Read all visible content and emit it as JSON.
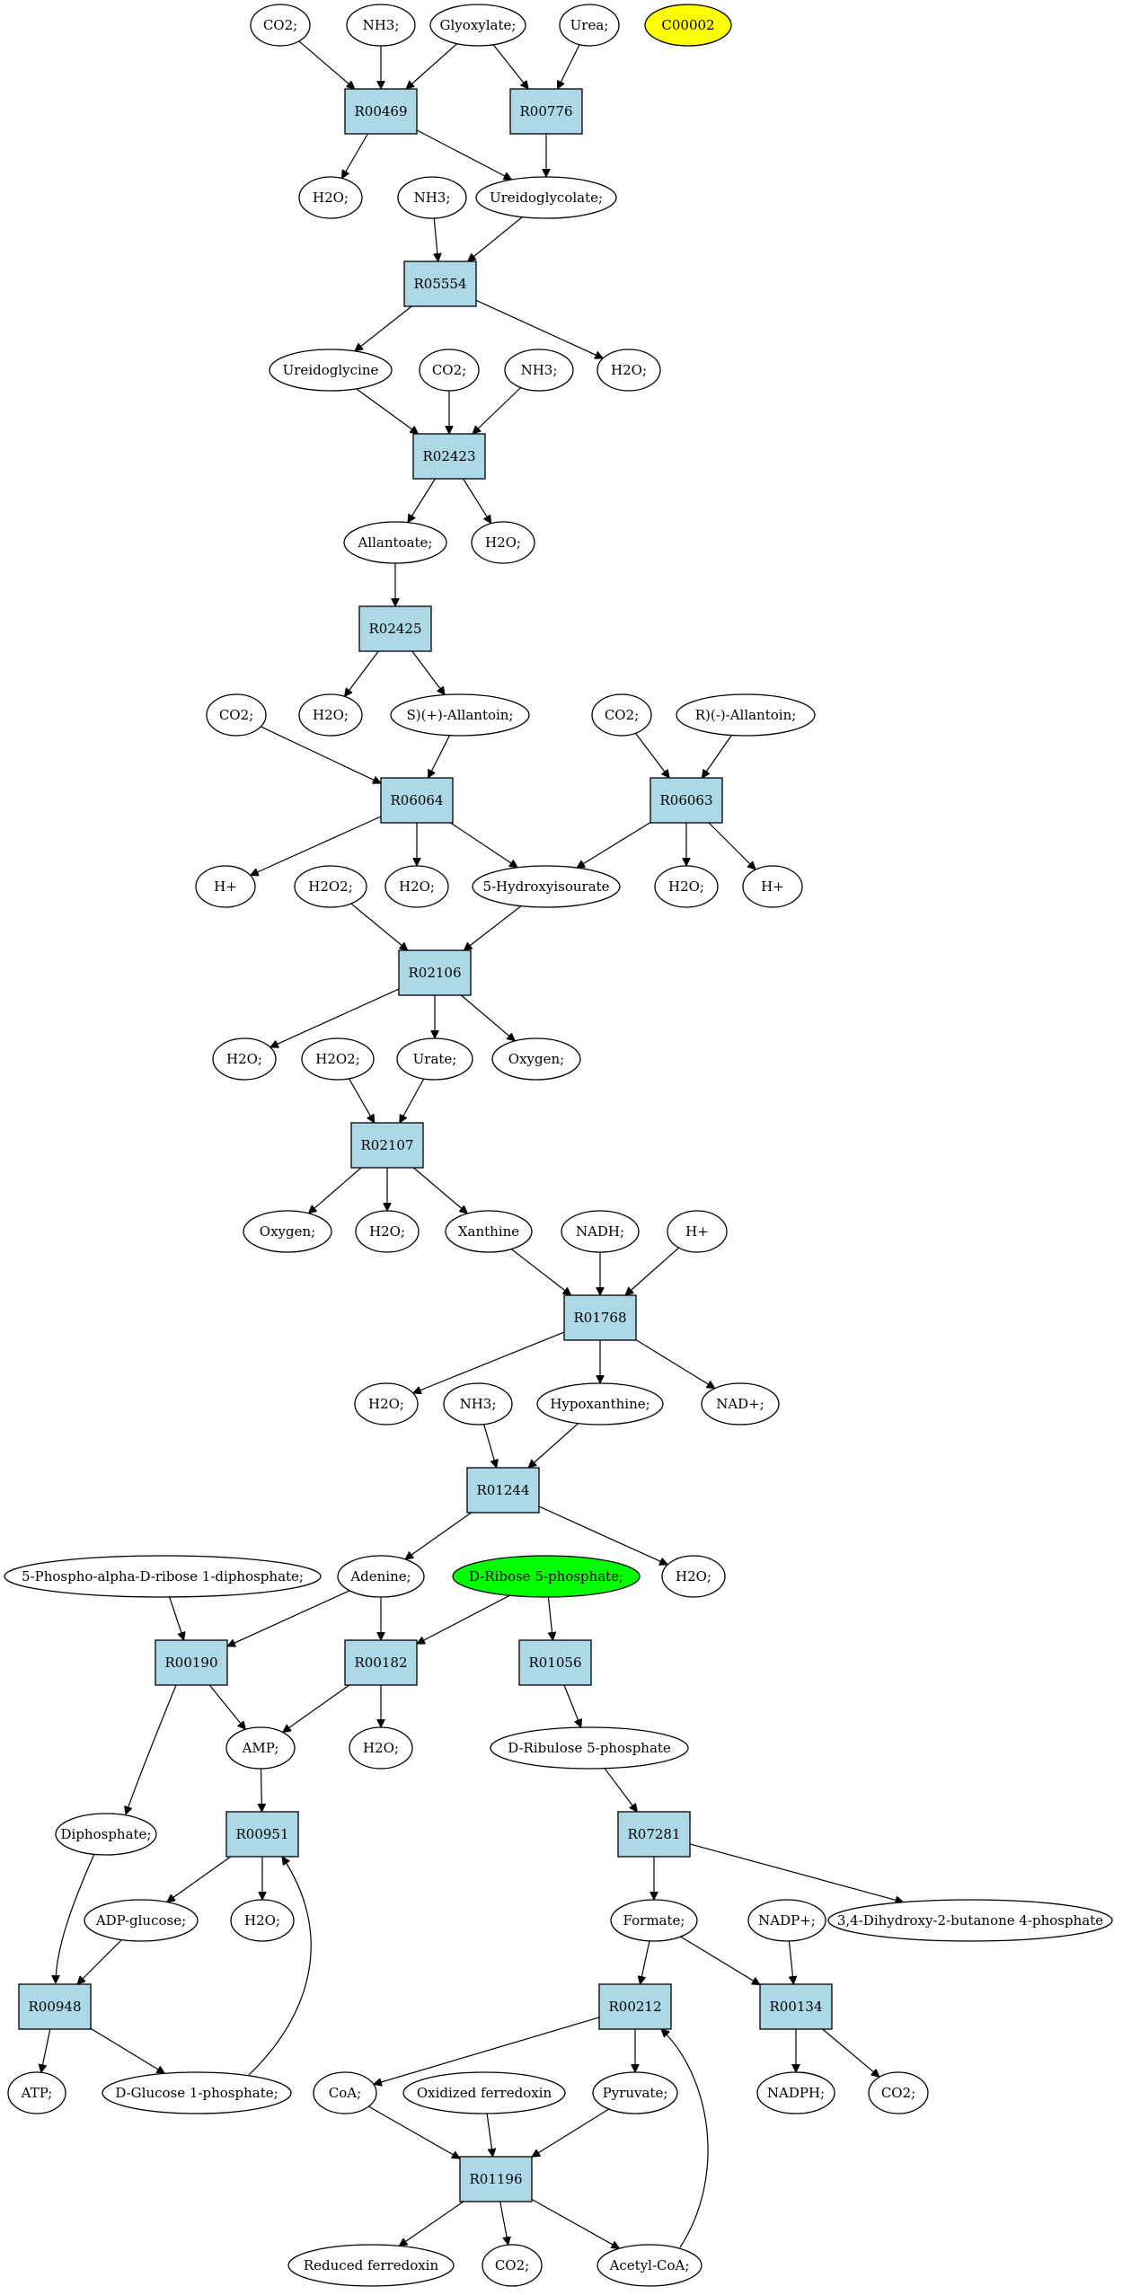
{
  "colors": {
    "reaction_fill": "#add8e6",
    "compound_fill": "#ffffff",
    "highlight_start": "#ffff00",
    "highlight_target": "#00ff00",
    "stroke": "#000000"
  },
  "nodes": [
    {
      "id": "c_co2_1",
      "label": "CO2;",
      "kind": "compound"
    },
    {
      "id": "c_nh3_1",
      "label": "NH3;",
      "kind": "compound"
    },
    {
      "id": "c_glyox",
      "label": "Glyoxylate;",
      "kind": "compound"
    },
    {
      "id": "c_urea",
      "label": "Urea;",
      "kind": "compound"
    },
    {
      "id": "c_c00002",
      "label": "C00002",
      "kind": "compound",
      "highlight": "start"
    },
    {
      "id": "r_R00469",
      "label": "R00469",
      "kind": "reaction"
    },
    {
      "id": "r_R00776",
      "label": "R00776",
      "kind": "reaction"
    },
    {
      "id": "c_h2o_1",
      "label": "H2O;",
      "kind": "compound"
    },
    {
      "id": "c_nh3_2",
      "label": "NH3;",
      "kind": "compound"
    },
    {
      "id": "c_ureidoglycolate",
      "label": "Ureidoglycolate;",
      "kind": "compound"
    },
    {
      "id": "r_R05554",
      "label": "R05554",
      "kind": "reaction"
    },
    {
      "id": "c_ureidoglycine",
      "label": "Ureidoglycine",
      "kind": "compound"
    },
    {
      "id": "c_co2_2",
      "label": "CO2;",
      "kind": "compound"
    },
    {
      "id": "c_nh3_3",
      "label": "NH3;",
      "kind": "compound"
    },
    {
      "id": "c_h2o_2",
      "label": "H2O;",
      "kind": "compound"
    },
    {
      "id": "r_R02423",
      "label": "R02423",
      "kind": "reaction"
    },
    {
      "id": "c_allantoate",
      "label": "Allantoate;",
      "kind": "compound"
    },
    {
      "id": "c_h2o_3",
      "label": "H2O;",
      "kind": "compound"
    },
    {
      "id": "r_R02425",
      "label": "R02425",
      "kind": "reaction"
    },
    {
      "id": "c_co2_3",
      "label": "CO2;",
      "kind": "compound"
    },
    {
      "id": "c_h2o_4",
      "label": "H2O;",
      "kind": "compound"
    },
    {
      "id": "c_s_allantoin",
      "label": "S)(+)-Allantoin;",
      "kind": "compound"
    },
    {
      "id": "c_co2_4",
      "label": "CO2;",
      "kind": "compound"
    },
    {
      "id": "c_r_allantoin",
      "label": "R)(-)-Allantoin;",
      "kind": "compound"
    },
    {
      "id": "r_R06064",
      "label": "R06064",
      "kind": "reaction"
    },
    {
      "id": "r_R06063",
      "label": "R06063",
      "kind": "reaction"
    },
    {
      "id": "c_hplus_1",
      "label": "H+",
      "kind": "compound"
    },
    {
      "id": "c_h2o2_1",
      "label": "H2O2;",
      "kind": "compound"
    },
    {
      "id": "c_h2o_5",
      "label": "H2O;",
      "kind": "compound"
    },
    {
      "id": "c_5hiu",
      "label": "5-Hydroxyisourate",
      "kind": "compound"
    },
    {
      "id": "c_h2o_6",
      "label": "H2O;",
      "kind": "compound"
    },
    {
      "id": "c_hplus_2",
      "label": "H+",
      "kind": "compound"
    },
    {
      "id": "r_R02106",
      "label": "R02106",
      "kind": "reaction"
    },
    {
      "id": "c_h2o_7",
      "label": "H2O;",
      "kind": "compound"
    },
    {
      "id": "c_h2o2_2",
      "label": "H2O2;",
      "kind": "compound"
    },
    {
      "id": "c_urate",
      "label": "Urate;",
      "kind": "compound"
    },
    {
      "id": "c_oxygen_1",
      "label": "Oxygen;",
      "kind": "compound"
    },
    {
      "id": "r_R02107",
      "label": "R02107",
      "kind": "reaction"
    },
    {
      "id": "c_oxygen_2",
      "label": "Oxygen;",
      "kind": "compound"
    },
    {
      "id": "c_h2o_8",
      "label": "H2O;",
      "kind": "compound"
    },
    {
      "id": "c_xanthine",
      "label": "Xanthine",
      "kind": "compound"
    },
    {
      "id": "c_nadh",
      "label": "NADH;",
      "kind": "compound"
    },
    {
      "id": "c_hplus_3",
      "label": "H+",
      "kind": "compound"
    },
    {
      "id": "r_R01768",
      "label": "R01768",
      "kind": "reaction"
    },
    {
      "id": "c_h2o_9",
      "label": "H2O;",
      "kind": "compound"
    },
    {
      "id": "c_nh3_4",
      "label": "NH3;",
      "kind": "compound"
    },
    {
      "id": "c_hypoxanthine",
      "label": "Hypoxanthine;",
      "kind": "compound"
    },
    {
      "id": "c_nadplus",
      "label": "NAD+;",
      "kind": "compound"
    },
    {
      "id": "r_R01244",
      "label": "R01244",
      "kind": "reaction"
    },
    {
      "id": "c_prpp",
      "label": "5-Phospho-alpha-D-ribose 1-diphosphate;",
      "kind": "compound"
    },
    {
      "id": "c_adenine",
      "label": "Adenine;",
      "kind": "compound"
    },
    {
      "id": "c_r5p",
      "label": "D-Ribose 5-phosphate;",
      "kind": "compound",
      "highlight": "target"
    },
    {
      "id": "c_h2o_10",
      "label": "H2O;",
      "kind": "compound"
    },
    {
      "id": "r_R00190",
      "label": "R00190",
      "kind": "reaction"
    },
    {
      "id": "r_R00182",
      "label": "R00182",
      "kind": "reaction"
    },
    {
      "id": "r_R01056",
      "label": "R01056",
      "kind": "reaction"
    },
    {
      "id": "c_amp",
      "label": "AMP;",
      "kind": "compound"
    },
    {
      "id": "c_h2o_11",
      "label": "H2O;",
      "kind": "compound"
    },
    {
      "id": "c_ru5p",
      "label": "D-Ribulose 5-phosphate",
      "kind": "compound"
    },
    {
      "id": "c_diphosphate",
      "label": "Diphosphate;",
      "kind": "compound"
    },
    {
      "id": "r_R00951",
      "label": "R00951",
      "kind": "reaction"
    },
    {
      "id": "r_R07281",
      "label": "R07281",
      "kind": "reaction"
    },
    {
      "id": "c_adpglucose",
      "label": "ADP-glucose;",
      "kind": "compound"
    },
    {
      "id": "c_h2o_12",
      "label": "H2O;",
      "kind": "compound"
    },
    {
      "id": "c_formate",
      "label": "Formate;",
      "kind": "compound"
    },
    {
      "id": "c_nadpplus",
      "label": "NADP+;",
      "kind": "compound"
    },
    {
      "id": "c_dhbp",
      "label": "3,4-Dihydroxy-2-butanone 4-phosphate",
      "kind": "compound"
    },
    {
      "id": "r_R00948",
      "label": "R00948",
      "kind": "reaction"
    },
    {
      "id": "r_R00212",
      "label": "R00212",
      "kind": "reaction"
    },
    {
      "id": "r_R00134",
      "label": "R00134",
      "kind": "reaction"
    },
    {
      "id": "c_atp",
      "label": "ATP;",
      "kind": "compound"
    },
    {
      "id": "c_g1p",
      "label": "D-Glucose 1-phosphate;",
      "kind": "compound"
    },
    {
      "id": "c_coa",
      "label": "CoA;",
      "kind": "compound"
    },
    {
      "id": "c_oxfd",
      "label": "Oxidized ferredoxin",
      "kind": "compound"
    },
    {
      "id": "c_pyruvate",
      "label": "Pyruvate;",
      "kind": "compound"
    },
    {
      "id": "c_nadph",
      "label": "NADPH;",
      "kind": "compound"
    },
    {
      "id": "c_co2_5",
      "label": "CO2;",
      "kind": "compound"
    },
    {
      "id": "r_R01196",
      "label": "R01196",
      "kind": "reaction"
    },
    {
      "id": "c_redfd",
      "label": "Reduced ferredoxin",
      "kind": "compound"
    },
    {
      "id": "c_co2_6",
      "label": "CO2;",
      "kind": "compound"
    },
    {
      "id": "c_acetylcoa",
      "label": "Acetyl-CoA;",
      "kind": "compound"
    }
  ],
  "edges": [
    [
      "c_co2_1",
      "r_R00469"
    ],
    [
      "c_nh3_1",
      "r_R00469"
    ],
    [
      "c_glyox",
      "r_R00469"
    ],
    [
      "c_glyox",
      "r_R00776"
    ],
    [
      "c_urea",
      "r_R00776"
    ],
    [
      "r_R00469",
      "c_h2o_1"
    ],
    [
      "r_R00469",
      "c_ureidoglycolate"
    ],
    [
      "r_R00776",
      "c_ureidoglycolate"
    ],
    [
      "c_nh3_2",
      "r_R05554"
    ],
    [
      "c_ureidoglycolate",
      "r_R05554"
    ],
    [
      "r_R05554",
      "c_ureidoglycine"
    ],
    [
      "r_R05554",
      "c_h2o_2"
    ],
    [
      "c_ureidoglycine",
      "r_R02423"
    ],
    [
      "c_co2_2",
      "r_R02423"
    ],
    [
      "c_nh3_3",
      "r_R02423"
    ],
    [
      "r_R02423",
      "c_allantoate"
    ],
    [
      "r_R02423",
      "c_h2o_3"
    ],
    [
      "c_allantoate",
      "r_R02425"
    ],
    [
      "r_R02425",
      "c_h2o_4"
    ],
    [
      "r_R02425",
      "c_s_allantoin"
    ],
    [
      "c_co2_3",
      "r_R06064"
    ],
    [
      "c_s_allantoin",
      "r_R06064"
    ],
    [
      "c_co2_4",
      "r_R06063"
    ],
    [
      "c_r_allantoin",
      "r_R06063"
    ],
    [
      "r_R06064",
      "c_hplus_1"
    ],
    [
      "r_R06064",
      "c_h2o_5"
    ],
    [
      "r_R06064",
      "c_5hiu"
    ],
    [
      "r_R06063",
      "c_5hiu"
    ],
    [
      "r_R06063",
      "c_h2o_6"
    ],
    [
      "r_R06063",
      "c_hplus_2"
    ],
    [
      "c_h2o2_1",
      "r_R02106"
    ],
    [
      "c_5hiu",
      "r_R02106"
    ],
    [
      "r_R02106",
      "c_h2o_7"
    ],
    [
      "r_R02106",
      "c_urate"
    ],
    [
      "r_R02106",
      "c_oxygen_1"
    ],
    [
      "c_h2o2_2",
      "r_R02107"
    ],
    [
      "c_urate",
      "r_R02107"
    ],
    [
      "r_R02107",
      "c_oxygen_2"
    ],
    [
      "r_R02107",
      "c_h2o_8"
    ],
    [
      "r_R02107",
      "c_xanthine"
    ],
    [
      "c_xanthine",
      "r_R01768"
    ],
    [
      "c_nadh",
      "r_R01768"
    ],
    [
      "c_hplus_3",
      "r_R01768"
    ],
    [
      "r_R01768",
      "c_h2o_9"
    ],
    [
      "r_R01768",
      "c_hypoxanthine"
    ],
    [
      "r_R01768",
      "c_nadplus"
    ],
    [
      "c_nh3_4",
      "r_R01244"
    ],
    [
      "c_hypoxanthine",
      "r_R01244"
    ],
    [
      "r_R01244",
      "c_adenine"
    ],
    [
      "r_R01244",
      "c_h2o_10"
    ],
    [
      "c_prpp",
      "r_R00190"
    ],
    [
      "c_adenine",
      "r_R00190"
    ],
    [
      "c_adenine",
      "r_R00182"
    ],
    [
      "c_r5p",
      "r_R00182"
    ],
    [
      "c_r5p",
      "r_R01056"
    ],
    [
      "r_R00190",
      "c_amp"
    ],
    [
      "r_R00190",
      "c_diphosphate"
    ],
    [
      "r_R00182",
      "c_amp"
    ],
    [
      "r_R00182",
      "c_h2o_11"
    ],
    [
      "r_R01056",
      "c_ru5p"
    ],
    [
      "c_amp",
      "r_R00951"
    ],
    [
      "c_ru5p",
      "r_R07281"
    ],
    [
      "r_R00951",
      "c_adpglucose"
    ],
    [
      "r_R00951",
      "c_h2o_12"
    ],
    [
      "r_R07281",
      "c_formate"
    ],
    [
      "r_R07281",
      "c_dhbp"
    ],
    [
      "c_diphosphate",
      "r_R00948"
    ],
    [
      "c_adpglucose",
      "r_R00948"
    ],
    [
      "c_formate",
      "r_R00212"
    ],
    [
      "c_formate",
      "r_R00134"
    ],
    [
      "c_nadpplus",
      "r_R00134"
    ],
    [
      "r_R00948",
      "c_atp"
    ],
    [
      "r_R00948",
      "c_g1p"
    ],
    [
      "c_g1p",
      "r_R00951"
    ],
    [
      "r_R00212",
      "c_coa"
    ],
    [
      "r_R00212",
      "c_pyruvate"
    ],
    [
      "r_R00134",
      "c_nadph"
    ],
    [
      "r_R00134",
      "c_co2_5"
    ],
    [
      "c_coa",
      "r_R01196"
    ],
    [
      "c_oxfd",
      "r_R01196"
    ],
    [
      "c_pyruvate",
      "r_R01196"
    ],
    [
      "r_R01196",
      "c_redfd"
    ],
    [
      "r_R01196",
      "c_co2_6"
    ],
    [
      "r_R01196",
      "c_acetylcoa"
    ],
    [
      "c_acetylcoa",
      "r_R00212"
    ]
  ]
}
